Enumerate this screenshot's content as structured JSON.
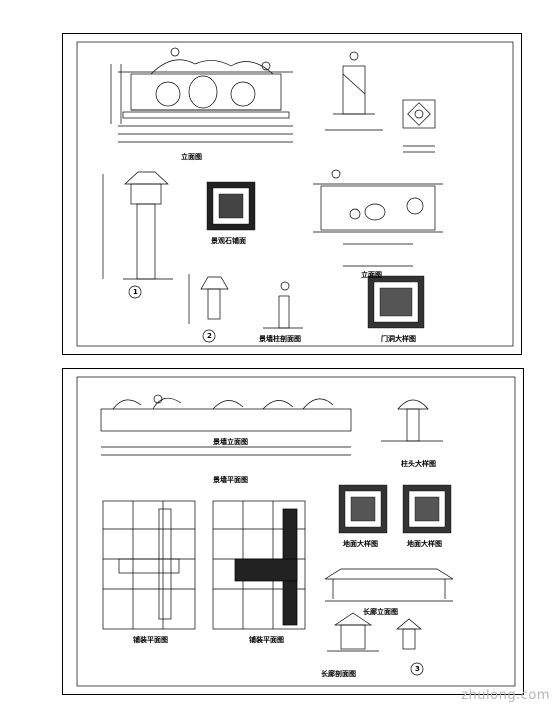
{
  "watermark": {
    "text": "zhulong.com"
  },
  "captions": {
    "facade": "立面图",
    "stone_pattern_1": "景观石铺面",
    "pavilion_elevation": "立面图",
    "detail_1": "1",
    "detail_2": "2",
    "column_section": "景墙柱剖面图",
    "gate_pattern": "门洞大样图",
    "garden_wall_elevation": "景墙立面图",
    "garden_wall_plan": "景墙平面图",
    "column_detail": "柱头大样图",
    "pattern_a": "地面大样图",
    "pattern_b": "地面大样图",
    "plan_left": "铺装平面图",
    "plan_right": "铺装平面图",
    "corridor_elevation": "长廊立面图",
    "corridor_section": "长廊剖面图",
    "detail_3": "3"
  },
  "colors": {
    "line": "#000000",
    "watermark": "#b5b5b5",
    "background": "#ffffff"
  }
}
